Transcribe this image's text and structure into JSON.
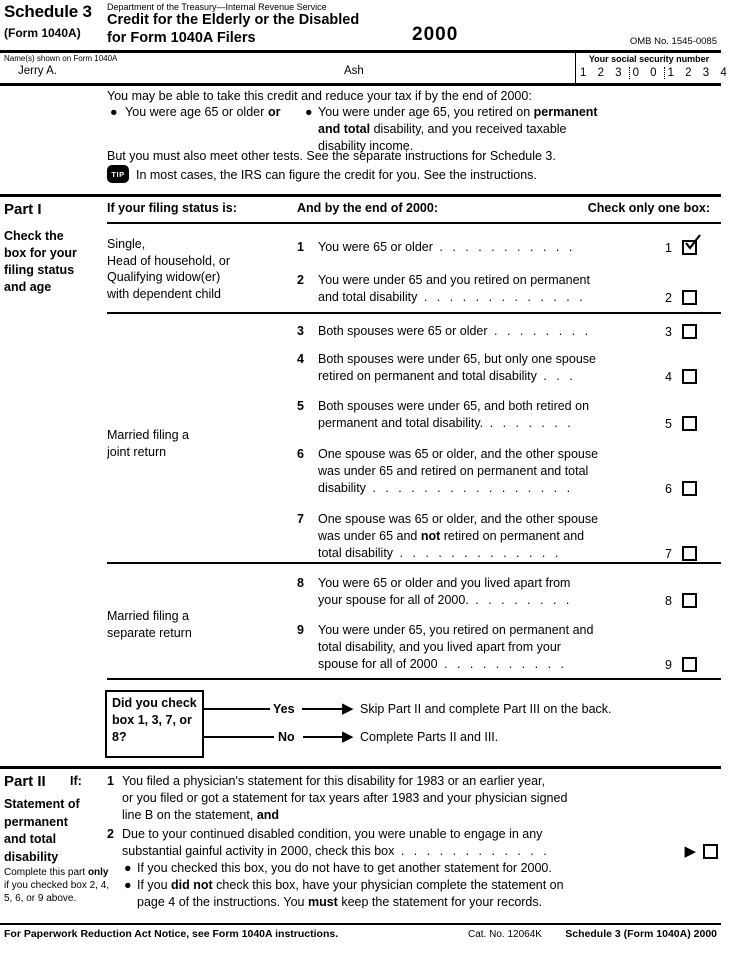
{
  "glyphs": {
    "bullet": "●",
    "arrow": "▶"
  },
  "header": {
    "schedule": "Schedule 3",
    "form": "(Form 1040A)",
    "agency": "Department of the Treasury—Internal Revenue Service",
    "title_line1": "Credit for the Elderly or the Disabled",
    "title_line2": "for Form 1040A Filers",
    "year": "2000",
    "omb": "OMB No. 1545-0085"
  },
  "name_row": {
    "label": "Name(s) shown on Form 1040A",
    "first_name": "Jerry A.",
    "last_name": "Ash",
    "ssn_label": "Your social security number",
    "ssn_group1": "1 2 3",
    "ssn_group2": "0 0",
    "ssn_group3": "1 2 3 4"
  },
  "intro": {
    "line1": "You may be able to take this credit and reduce your tax if by the end of 2000:",
    "bullet_left": "You were age 65 or older",
    "or": "or",
    "bullet_right_pre": "You were under age 65, you retired on ",
    "bullet_right_bold": "permanent\nand total",
    "bullet_right_post": " disability, and you received taxable\ndisability income.",
    "line2": "But you must also meet other tests. See the separate instructions for Schedule 3.",
    "tip": "TIP",
    "tip_text": "In most cases, the IRS can figure the credit for you. See the instructions."
  },
  "part1": {
    "label": "Part I",
    "sidebar": "Check the\nbox for your\nfiling status\nand age",
    "col_status": "If your filing status is:",
    "col_end": "And by the end of 2000:",
    "col_check": "Check only one box:",
    "status1": "Single,\nHead of household, or\nQualifying widow(er)\nwith dependent child",
    "status2": "Married filing a\njoint return",
    "status3": "Married filing a\nseparate return",
    "items": [
      {
        "num": "1",
        "text": "You were 65 or older",
        "dots": " . . . . . . . . . . .",
        "checked": true
      },
      {
        "num": "2",
        "text": "You were under 65 and you retired on permanent\nand total disability",
        "dots": " . . . . . . . . . . . . .",
        "checked": false
      },
      {
        "num": "3",
        "text": "Both spouses were 65 or older",
        "dots": " . . . . . . . .",
        "checked": false
      },
      {
        "num": "4",
        "text": "Both spouses were under 65, but only one spouse\nretired on permanent and total disability",
        "dots": " . . .",
        "checked": false
      },
      {
        "num": "5",
        "text": "Both spouses were under 65, and both retired on\npermanent and total disability.",
        "dots": " . . . . . . .",
        "checked": false
      },
      {
        "num": "6",
        "text": "One spouse was 65 or older, and the other spouse\nwas under 65 and retired on permanent and total\ndisability",
        "dots": " . . . . . . . . . . . . . . . .",
        "checked": false
      },
      {
        "num": "7",
        "pre": "One spouse was 65 or older, and the other spouse\nwas under 65 and ",
        "bold": "not",
        "post": " retired on permanent and\ntotal disability",
        "dots": "  . . . . . . . . . . . . .",
        "checked": false
      },
      {
        "num": "8",
        "text": "You were 65 or older and you lived apart from\nyour spouse for all of 2000.",
        "dots": " . . . . . . . .",
        "checked": false
      },
      {
        "num": "9",
        "text": "You were under 65, you retired on permanent and\ntotal disability, and you lived apart from your\nspouse for all of 2000",
        "dots": "  . . . . . . . . . .",
        "checked": false
      }
    ],
    "flow": {
      "question": "Did you check\nbox 1, 3, 7, or\n8?",
      "yes_label": "Yes",
      "yes_text": "Skip Part II and complete Part III on the back.",
      "no_label": "No",
      "no_text": "Complete Parts II and III."
    }
  },
  "part2": {
    "label": "Part II",
    "if_label": "If:",
    "sidebar_title": "Statement of\npermanent\nand total\ndisability",
    "note_pre": "Complete this part ",
    "note_bold": "only",
    "note_post": " if you checked box 2, 4, 5, 6, or 9 above.",
    "item1_num": "1",
    "item1_text": "You filed a physician's statement for this disability for 1983 or an earlier year,\nor you filed or got a statement for tax years after 1983 and your physician signed\nline B on the statement, ",
    "item1_bold": "and",
    "item2_num": "2",
    "item2_text": "Due to your continued disabled condition, you were unable to engage in any\nsubstantial gainful activity in 2000, check this box",
    "item2_dots": "  . . . . . . . . . . . .",
    "item2_checked": false,
    "bullet1": "If you checked this box, you do not have to get another statement for 2000.",
    "bullet2_pre": "If you ",
    "bullet2_bold1": "did not",
    "bullet2_mid": " check this box, have your physician complete the statement on\npage 4 of the instructions. You ",
    "bullet2_bold2": "must",
    "bullet2_post": " keep the statement for your records."
  },
  "footer": {
    "left": "For Paperwork Reduction Act Notice, see Form 1040A instructions.",
    "cat": "Cat. No. 12064K",
    "right": "Schedule 3 (Form 1040A) 2000"
  }
}
